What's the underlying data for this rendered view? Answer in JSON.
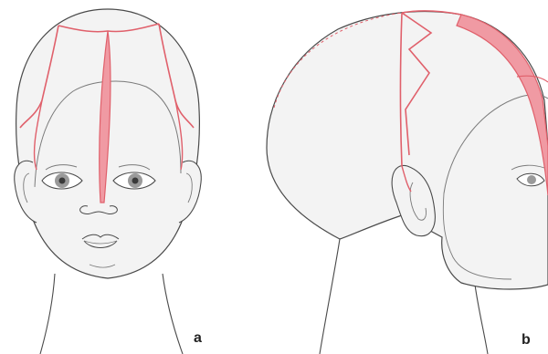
{
  "figure": {
    "panels": [
      {
        "id": "a",
        "label": "a",
        "view": "front"
      },
      {
        "id": "b",
        "label": "b",
        "view": "side"
      }
    ]
  },
  "colors": {
    "background": "#ffffff",
    "outline": "#4a4a4a",
    "inner_outline": "#7a7a7a",
    "skin_fill": "#f3f3f3",
    "incision_line": "#e0606b",
    "incision_fill": "#f09aa3",
    "iris": "#9a9a9a",
    "pupil": "#3a3a3a"
  }
}
